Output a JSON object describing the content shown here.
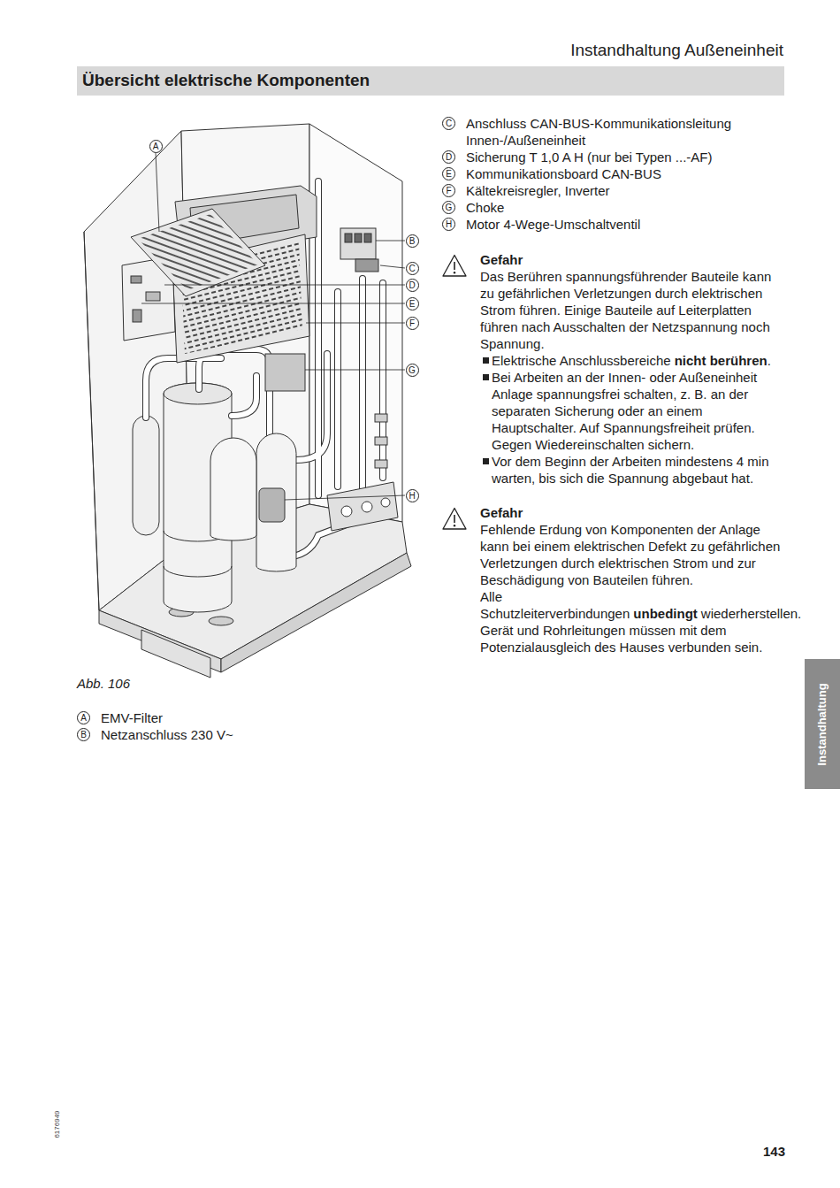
{
  "diagram": {
    "title": "Übersicht elektrische Komponenten",
    "caption": "Abb. 106",
    "nodes": [
      {
        "text": [
          "Instandhaltung"
        ]
      }
    ],
    "labels": [
      "Instandhaltung Außeneinheit",
      "A",
      "B",
      "C",
      "D",
      "E",
      "F",
      "G",
      "H",
      "C",
      "Anschluss CAN-BUS-Kommunikationsleitung Innen-/Außeneinheit",
      "D",
      "Sicherung T 1,0 A H (nur bei Typen ...-AF)",
      "E",
      "Kommunikationsboard CAN-BUS",
      "F",
      "Kältekreisregler, Inverter",
      "G",
      "Choke",
      "H",
      "Motor 4-Wege-Umschaltventil",
      "Gefahr",
      "Das Berühren spannungsführender Bauteile kann zu gefährlichen Verletzungen durch elektrischen Strom führen. Einige Bauteile auf Leiterplatten führen nach Ausschalten der Netzspannung noch Spannung.",
      "Elektrische Anschlussbereiche",
      "nicht berühren",
      ".",
      "Bei Arbeiten an der Innen- oder Außeneinheit Anlage spannungsfrei schalten, z. B. an der separaten Sicherung oder an einem Hauptschalter. Auf Spannungsfreiheit prüfen. Gegen Wiedereinschalten sichern.",
      "Vor dem Beginn der Arbeiten mindestens 4 min warten, bis sich die Spannung abgebaut hat.",
      "Gefahr",
      "Fehlende Erdung von Komponenten der Anlage kann bei einem elektrischen Defekt zu gefährlichen Verletzungen durch elektrischen Strom und zur Beschädigung von Bauteilen führen.",
      "Alle Schutzleiterverbindungen",
      "unbedingt",
      "wiederherstellen.",
      "Gerät und Rohrleitungen müssen mit dem Potenzialausgleich des Hauses verbunden sein.",
      "A",
      "EMV-Filter",
      "B",
      "Netzanschluss 230 V~",
      "6176949",
      "143"
    ]
  }
}
